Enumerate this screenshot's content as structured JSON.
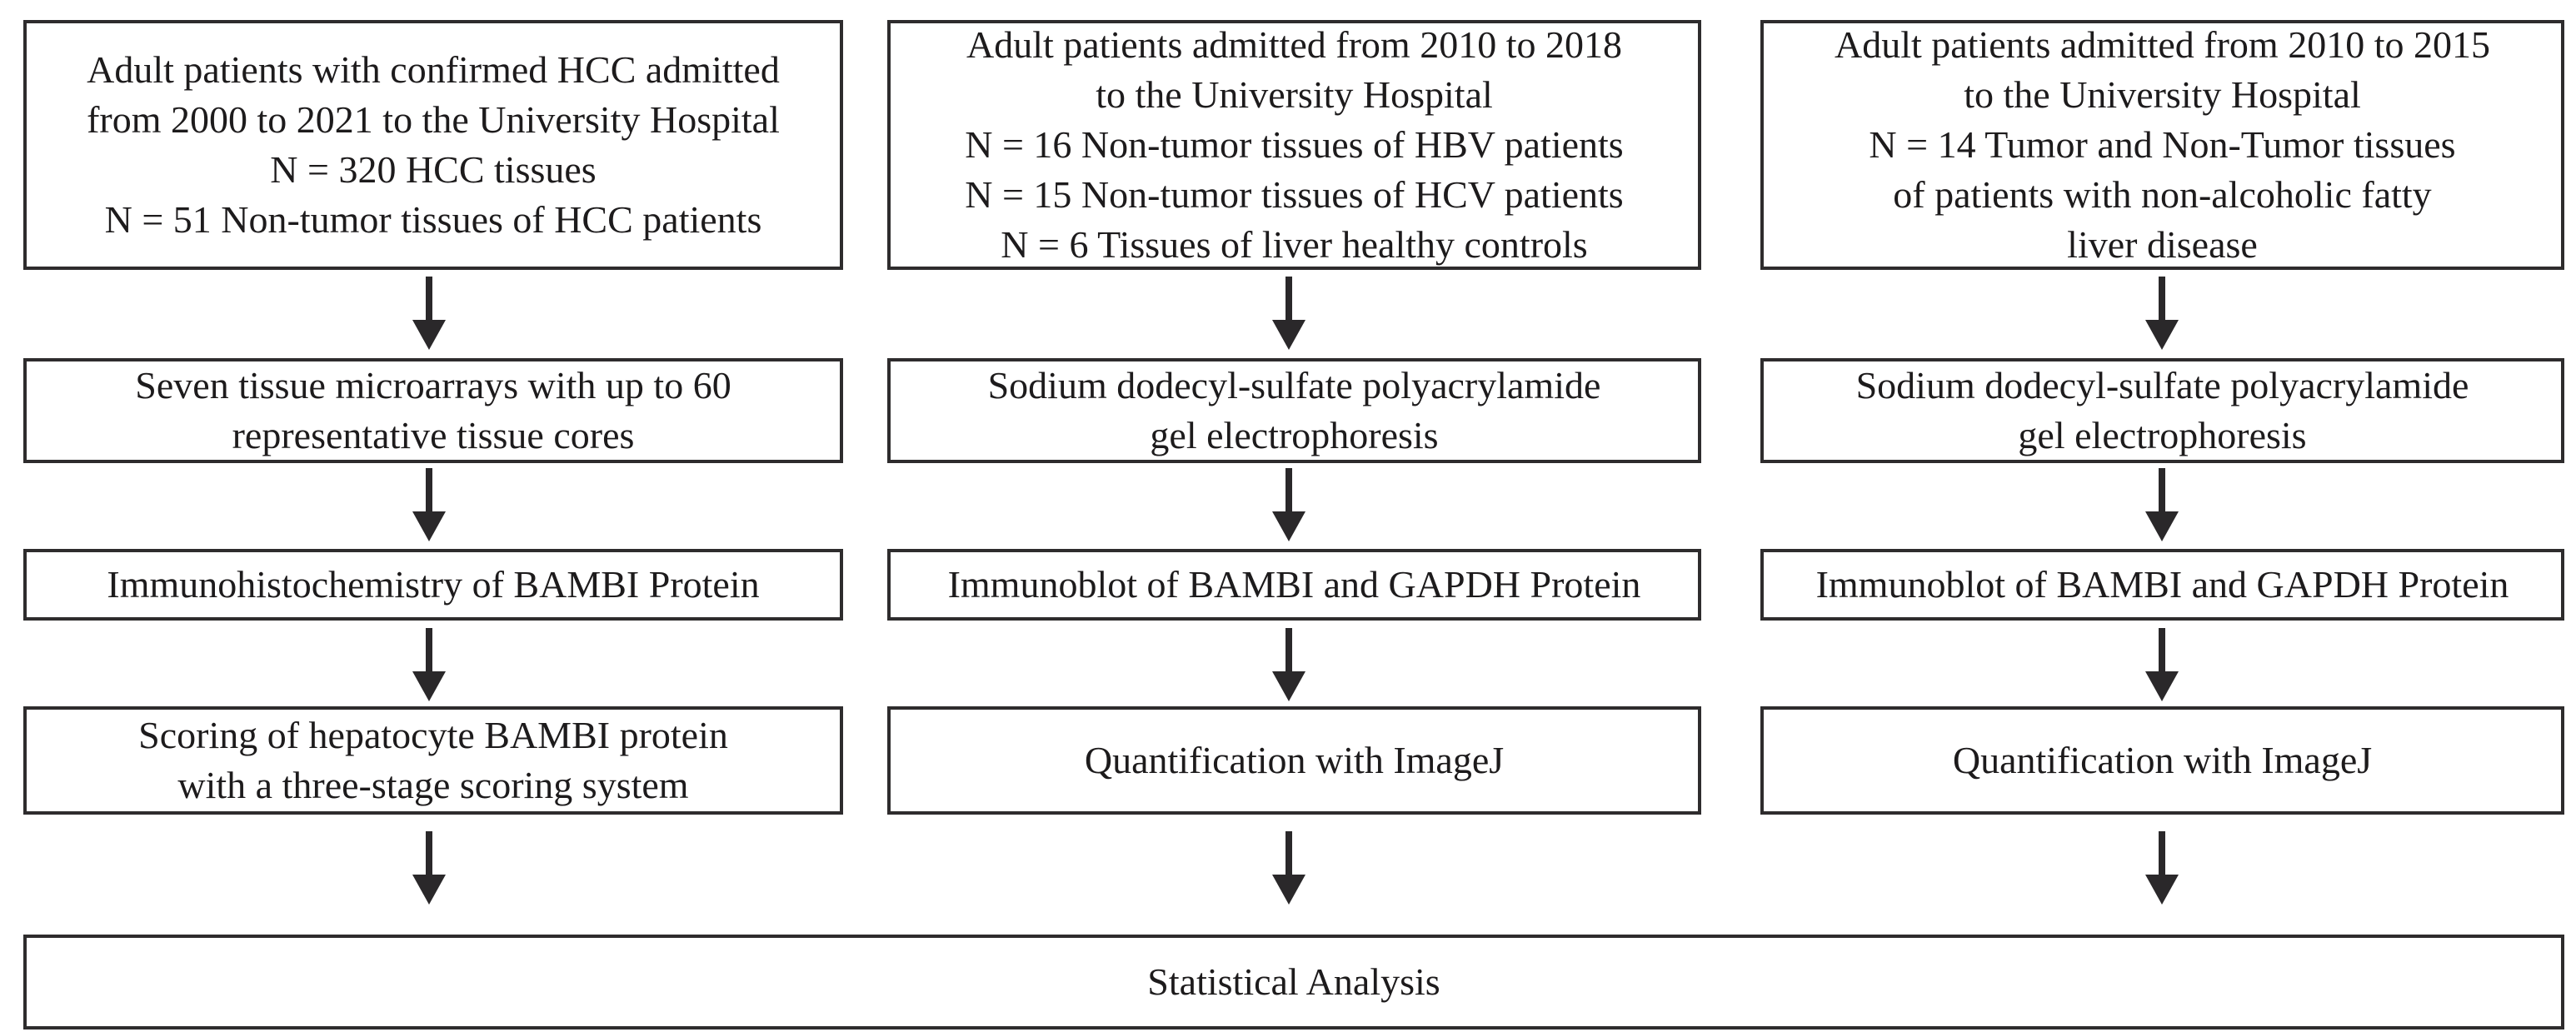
{
  "figure": {
    "type": "flowchart",
    "background_color": "#ffffff",
    "border_color": "#2e2c2d",
    "text_color": "#1d1b1c",
    "arrow_color": "#2a282a",
    "columns": [
      {
        "name": "immunohistochemistry-arm",
        "boxes": [
          {
            "lines": [
              "Adult patients with confirmed HCC admitted",
              "from  2000 to 2021 to the University Hospital",
              "N = 320 HCC tissues",
              "N = 51 Non-tumor tissues of HCC patients"
            ]
          },
          {
            "lines": [
              "Seven tissue microarrays with up to 60",
              "representative tissue cores"
            ]
          },
          {
            "lines": [
              "Immunohistochemistry of BAMBI Protein"
            ]
          },
          {
            "lines": [
              "Scoring of hepatocyte BAMBI protein",
              "with a three-stage scoring system"
            ]
          }
        ]
      },
      {
        "name": "immunoblot-hbv-hcv-arm",
        "boxes": [
          {
            "lines": [
              "Adult patients admitted from 2010 to 2018",
              "to the University Hospital",
              "N = 16 Non-tumor tissues of HBV patients",
              "N = 15 Non-tumor tissues of HCV patients",
              "N = 6 Tissues of liver healthy controls"
            ]
          },
          {
            "lines": [
              "Sodium dodecyl-sulfate polyacrylamide",
              "gel electrophoresis"
            ]
          },
          {
            "lines": [
              "Immunoblot of BAMBI and GAPDH Protein"
            ]
          },
          {
            "lines": [
              "Quantification with ImageJ"
            ]
          }
        ]
      },
      {
        "name": "immunoblot-nafld-arm",
        "boxes": [
          {
            "lines": [
              "Adult patients admitted from 2010 to 2015",
              "to the University Hospital",
              "N = 14 Tumor and Non-Tumor tissues",
              "of patients with non-alcoholic fatty",
              "liver disease"
            ]
          },
          {
            "lines": [
              "Sodium dodecyl-sulfate polyacrylamide",
              "gel electrophoresis"
            ]
          },
          {
            "lines": [
              "Immunoblot of BAMBI and GAPDH Protein"
            ]
          },
          {
            "lines": [
              "Quantification with ImageJ"
            ]
          }
        ]
      }
    ],
    "final_box": {
      "lines": [
        "Statistical Analysis"
      ]
    }
  }
}
